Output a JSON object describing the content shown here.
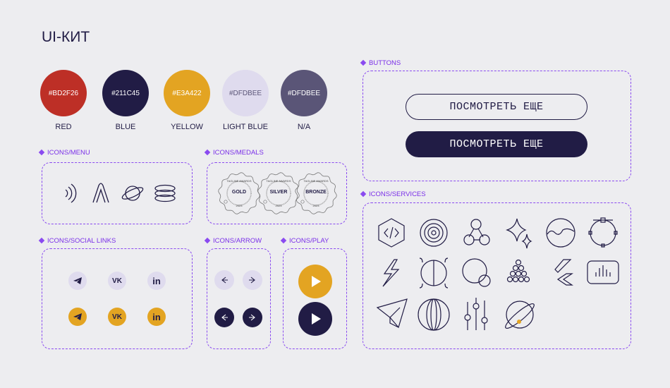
{
  "title": "UI-КИТ",
  "colors": [
    {
      "hex": "#BD2F26",
      "label": "RED"
    },
    {
      "hex": "#211C45",
      "label": "BLUE"
    },
    {
      "hex": "#E3A422",
      "label": "YELLOW"
    },
    {
      "hex": "#DFDBEE",
      "label": "LIGHT BLUE"
    },
    {
      "hex": "#DFDBEE",
      "label": "N/A",
      "fill": "#5A5577"
    }
  ],
  "sections": {
    "menu": "ICONS/MENU",
    "medals": "ICONS/MEDALS",
    "social": "ICONS/SOCIAL LINKS",
    "arrow": "ICONS/ARROW",
    "play": "ICONS/PLAY",
    "buttons": "BUTTONS",
    "services": "ICONS/SERVICES"
  },
  "medals": [
    {
      "label": "GOLD"
    },
    {
      "label": "SILVER"
    },
    {
      "label": "BRONZE"
    }
  ],
  "medal_top": "TAGLINE AWARDS",
  "medal_year": "2023",
  "buttons": {
    "outline": "ПОСМОТРЕТЬ ЕЩЕ",
    "filled": "ПОСМОТРЕТЬ ЕЩЕ"
  },
  "social": {
    "telegram": "telegram",
    "vk": "VK",
    "linkedin": "in"
  },
  "accent": "#E3A422"
}
